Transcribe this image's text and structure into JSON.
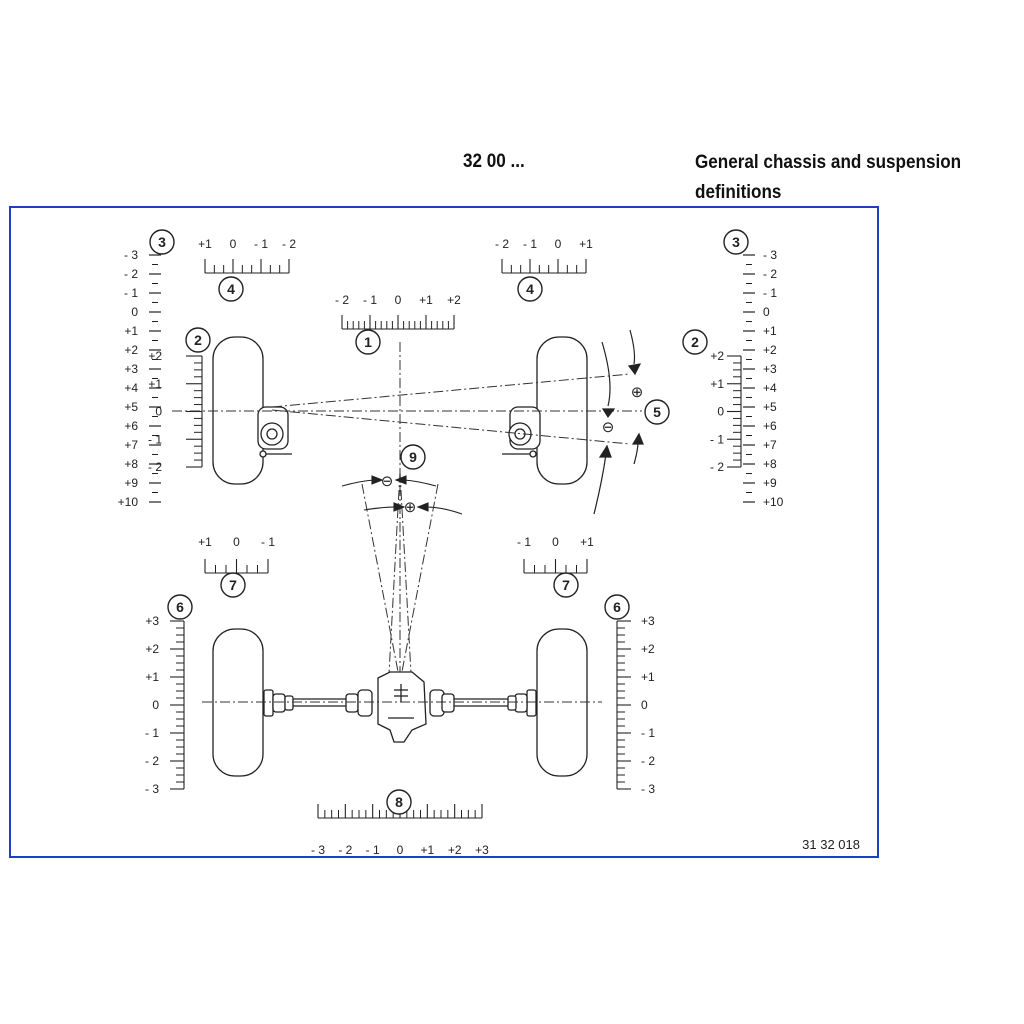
{
  "header": {
    "section_code": "32 00 ...",
    "title": "General chassis and suspension definitions"
  },
  "figure_number": "31 32 018",
  "callouts": [
    "1",
    "2",
    "3",
    "4",
    "5",
    "6",
    "7",
    "8",
    "9"
  ],
  "scales": {
    "scale_1": [
      "- 2",
      "- 1",
      "0",
      "+1",
      "+2"
    ],
    "scale_4_left": [
      "+1",
      "0",
      "- 1",
      "- 2"
    ],
    "scale_4_right": [
      "- 2",
      "- 1",
      "0",
      "+1"
    ],
    "scale_7_left": [
      "+1",
      "0",
      "- 1"
    ],
    "scale_7_right": [
      "- 1",
      "0",
      "+1"
    ],
    "scale_8": [
      "- 3",
      "- 2",
      "- 1",
      "0",
      "+1",
      "+2",
      "+3"
    ],
    "scale_3": [
      "- 3",
      "- 2",
      "- 1",
      "0",
      "+1",
      "+2",
      "+3",
      "+4",
      "+5",
      "+6",
      "+7",
      "+8",
      "+9",
      "+10"
    ],
    "scale_2": [
      "+2",
      "+1",
      "0",
      "- 1",
      "- 2"
    ],
    "scale_6": [
      "+3",
      "+2",
      "+1",
      "0",
      "- 1",
      "- 2",
      "- 3"
    ]
  },
  "signs": {
    "plus": "⊕",
    "minus": "⊖"
  },
  "colors": {
    "frame_border": "#1e3fc2",
    "ink": "#222222"
  }
}
